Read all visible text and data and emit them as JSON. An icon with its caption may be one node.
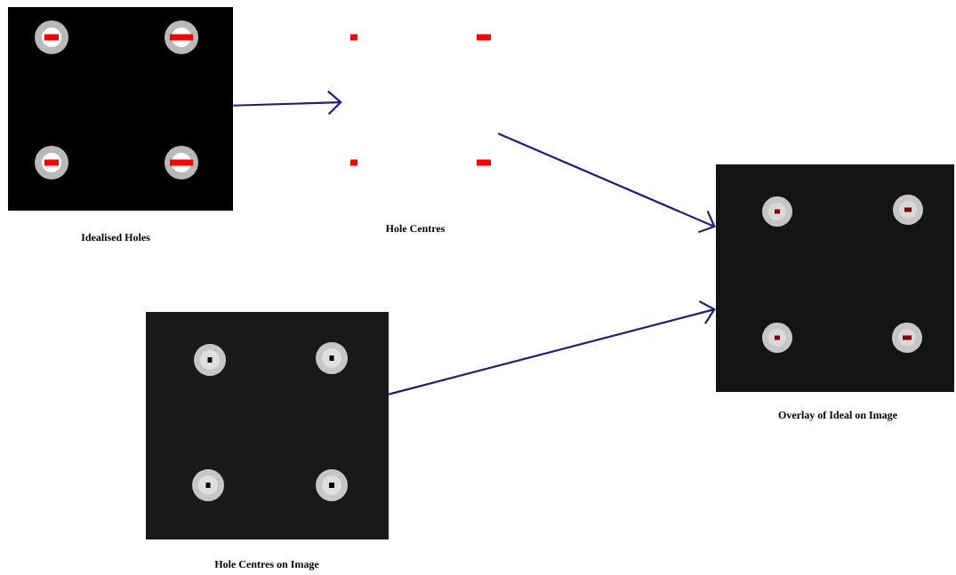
{
  "diagram": {
    "nodes": [
      {
        "text": [],
        "shape": "picture",
        "beside": [
          "Idealised Holes"
        ]
      },
      {
        "text": [],
        "shape": "picture"
      },
      {
        "text": [],
        "shape": "picture",
        "beside": [
          "Overlay of Ideal on Image"
        ]
      },
      {
        "text": [],
        "shape": "picture",
        "beside": [
          "Hole Centres on Image"
        ]
      }
    ],
    "edges": [
      {
        "from": 0,
        "to": 1,
        "arrow": "to"
      },
      {
        "from": 1,
        "to": 2,
        "arrow": "to"
      },
      {
        "from": 3,
        "to": 2,
        "arrow": "to"
      }
    ],
    "labels": [
      "Hole Centres"
    ]
  }
}
